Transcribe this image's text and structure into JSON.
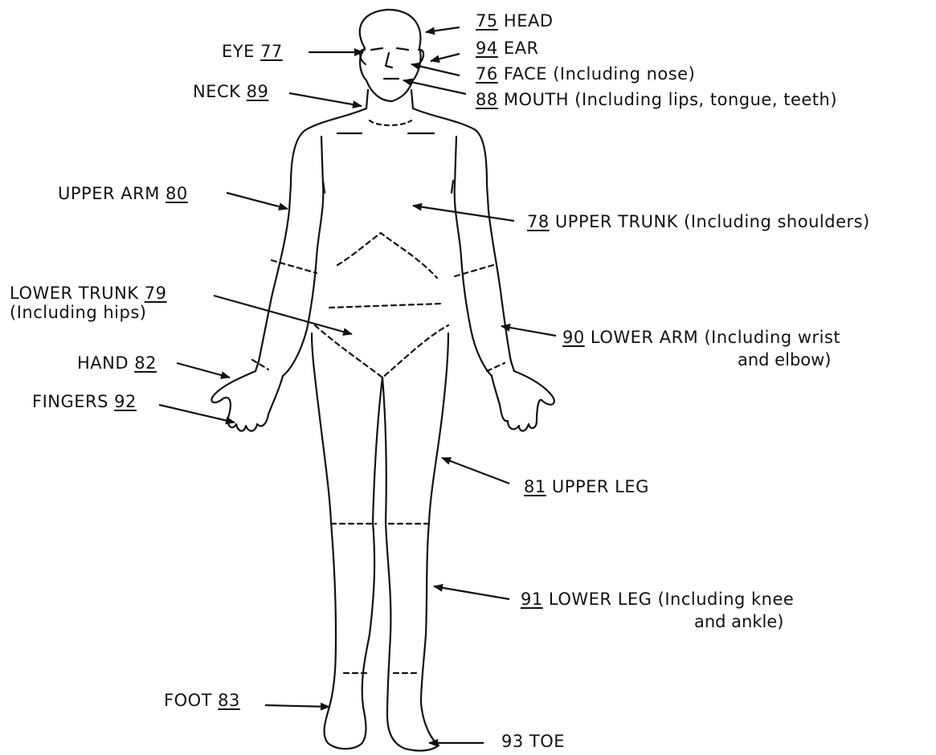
{
  "labels": {
    "head": {
      "code": "75",
      "name": "HEAD",
      "note": ""
    },
    "eye": {
      "code": "77",
      "name": "EYE",
      "note": ""
    },
    "ear": {
      "code": "94",
      "name": "EAR",
      "note": ""
    },
    "face": {
      "code": "76",
      "name": "FACE",
      "note": "(Including nose)"
    },
    "neck": {
      "code": "89",
      "name": "NECK",
      "note": ""
    },
    "mouth": {
      "code": "88",
      "name": "MOUTH",
      "note": "(Including lips, tongue, teeth)"
    },
    "upper_arm": {
      "code": "80",
      "name": "UPPER ARM",
      "note": ""
    },
    "upper_trunk": {
      "code": "78",
      "name": "UPPER TRUNK",
      "note": "(Including shoulders)"
    },
    "lower_trunk": {
      "code": "79",
      "name": "LOWER TRUNK",
      "note": "(Including hips)"
    },
    "hand": {
      "code": "82",
      "name": "HAND",
      "note": ""
    },
    "lower_arm": {
      "code": "90",
      "name": "LOWER ARM",
      "note": "(Including wrist",
      "note2": "and elbow)"
    },
    "fingers": {
      "code": "92",
      "name": "FINGERS",
      "note": ""
    },
    "upper_leg": {
      "code": "81",
      "name": "UPPER LEG",
      "note": ""
    },
    "lower_leg": {
      "code": "91",
      "name": "LOWER LEG",
      "note": "(Including knee",
      "note2": "and ankle)"
    },
    "foot": {
      "code": "83",
      "name": "FOOT",
      "note": ""
    },
    "toe": {
      "code": "93",
      "name": "TOE",
      "note": ""
    }
  }
}
